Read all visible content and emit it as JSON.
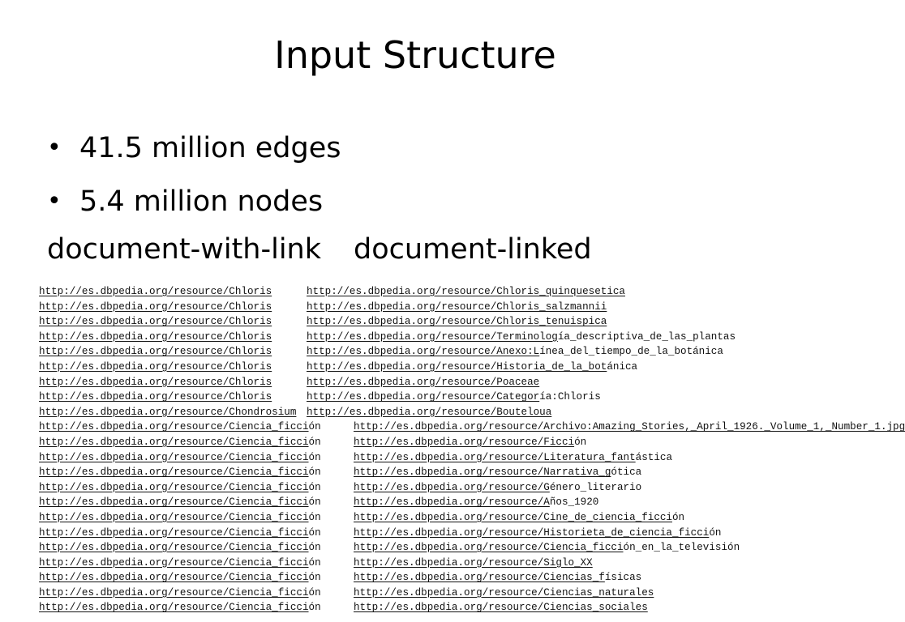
{
  "slide": {
    "title": "Input Structure",
    "bullets": [
      "41.5 million edges",
      "5.4 million nodes"
    ],
    "bullet_glyph": "•",
    "column_headings": {
      "left": "document-with-link",
      "right": "document-linked"
    }
  },
  "links": [
    {
      "src": "http://es.dbpedia.org/resource/Chloris",
      "src_rest": "",
      "dst": "http://es.dbpedia.org/resource/Chloris_quinquesetica",
      "dst_rest": ""
    },
    {
      "src": "http://es.dbpedia.org/resource/Chloris",
      "src_rest": "",
      "dst": "http://es.dbpedia.org/resource/Chloris_salzmannii",
      "dst_rest": ""
    },
    {
      "src": "http://es.dbpedia.org/resource/Chloris",
      "src_rest": "",
      "dst": "http://es.dbpedia.org/resource/Chloris_tenuispica",
      "dst_rest": ""
    },
    {
      "src": "http://es.dbpedia.org/resource/Chloris",
      "src_rest": "",
      "dst": "http://es.dbpedia.org/resource/Terminolog",
      "dst_rest": "ía_descriptiva_de_las_plantas"
    },
    {
      "src": "http://es.dbpedia.org/resource/Chloris",
      "src_rest": "",
      "dst": "http://es.dbpedia.org/resource/Anexo:L",
      "dst_rest": "ínea_del_tiempo_de_la_botánica"
    },
    {
      "src": "http://es.dbpedia.org/resource/Chloris",
      "src_rest": "",
      "dst": "http://es.dbpedia.org/resource/Historia_de_la_bot",
      "dst_rest": "ánica"
    },
    {
      "src": "http://es.dbpedia.org/resource/Chloris",
      "src_rest": "",
      "dst": "http://es.dbpedia.org/resource/Poaceae",
      "dst_rest": ""
    },
    {
      "src": "http://es.dbpedia.org/resource/Chloris",
      "src_rest": "",
      "dst": "http://es.dbpedia.org/resource/Categor",
      "dst_rest": "ía:Chloris"
    },
    {
      "src": "http://es.dbpedia.org/resource/Chondrosium",
      "src_rest": "",
      "dst": "http://es.dbpedia.org/resource/Bouteloua",
      "dst_rest": ""
    },
    {
      "src": "http://es.dbpedia.org/resource/Ciencia_ficci",
      "src_rest": "ón",
      "dst": "http://es.dbpedia.org/resource/Archivo:Amazing_Stories,_April_1926._Volume_1,_Number_1.jpg",
      "dst_rest": ""
    },
    {
      "src": "http://es.dbpedia.org/resource/Ciencia_ficci",
      "src_rest": "ón",
      "dst": "http://es.dbpedia.org/resource/Ficci",
      "dst_rest": "ón"
    },
    {
      "src": "http://es.dbpedia.org/resource/Ciencia_ficci",
      "src_rest": "ón",
      "dst": "http://es.dbpedia.org/resource/Literatura_fant",
      "dst_rest": "ástica"
    },
    {
      "src": "http://es.dbpedia.org/resource/Ciencia_ficci",
      "src_rest": "ón",
      "dst": "http://es.dbpedia.org/resource/Narrativa_g",
      "dst_rest": "ótica"
    },
    {
      "src": "http://es.dbpedia.org/resource/Ciencia_ficci",
      "src_rest": "ón",
      "dst": "http://es.dbpedia.org/resource/G",
      "dst_rest": "énero_literario"
    },
    {
      "src": "http://es.dbpedia.org/resource/Ciencia_ficci",
      "src_rest": "ón",
      "dst": "http://es.dbpedia.org/resource/A",
      "dst_rest": "ños_1920"
    },
    {
      "src": "http://es.dbpedia.org/resource/Ciencia_ficci",
      "src_rest": "ón",
      "dst": "http://es.dbpedia.org/resource/Cine_de_ciencia_ficci",
      "dst_rest": "ón"
    },
    {
      "src": "http://es.dbpedia.org/resource/Ciencia_ficci",
      "src_rest": "ón",
      "dst": "http://es.dbpedia.org/resource/Historieta_de_ciencia_ficci",
      "dst_rest": "ón"
    },
    {
      "src": "http://es.dbpedia.org/resource/Ciencia_ficci",
      "src_rest": "ón",
      "dst": "http://es.dbpedia.org/resource/Ciencia_ficci",
      "dst_rest": "ón_en_la_televisión"
    },
    {
      "src": "http://es.dbpedia.org/resource/Ciencia_ficci",
      "src_rest": "ón",
      "dst": "http://es.dbpedia.org/resource/Siglo_XX",
      "dst_rest": ""
    },
    {
      "src": "http://es.dbpedia.org/resource/Ciencia_ficci",
      "src_rest": "ón",
      "dst": "http://es.dbpedia.org/resource/Ciencias_f",
      "dst_rest": "ísicas"
    },
    {
      "src": "http://es.dbpedia.org/resource/Ciencia_ficci",
      "src_rest": "ón",
      "dst": "http://es.dbpedia.org/resource/Ciencias_naturales",
      "dst_rest": ""
    },
    {
      "src": "http://es.dbpedia.org/resource/Ciencia_ficci",
      "src_rest": "ón",
      "dst": "http://es.dbpedia.org/resource/Ciencias_sociales",
      "dst_rest": ""
    }
  ]
}
